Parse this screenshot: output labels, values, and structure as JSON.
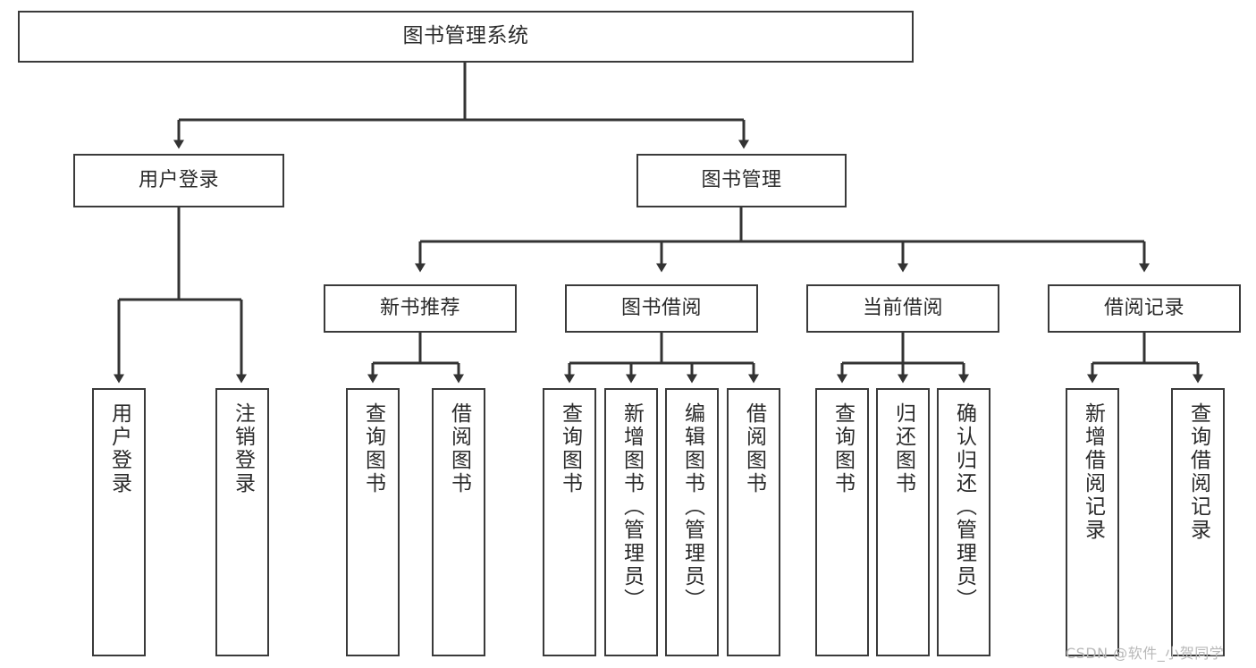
{
  "diagram": {
    "title": "图书管理系统",
    "type": "tree-hierarchy",
    "colors": {
      "background": "#ffffff",
      "box_border": "#3a3a3a",
      "box_fill": "#ffffff",
      "text": "#2b2b2b",
      "connector": "#333333",
      "watermark": "#b8b8b8"
    },
    "root": {
      "label": "图书管理系统"
    },
    "level1": [
      {
        "label": "用户登录"
      },
      {
        "label": "图书管理"
      }
    ],
    "level2": [
      {
        "label": "新书推荐"
      },
      {
        "label": "图书借阅"
      },
      {
        "label": "当前借阅"
      },
      {
        "label": "借阅记录"
      }
    ],
    "leaves": {
      "user_login": [
        {
          "label": "用户登录"
        },
        {
          "label": "注销登录"
        }
      ],
      "new_book_recommend": [
        {
          "label": "查询图书"
        },
        {
          "label": "借阅图书"
        }
      ],
      "book_borrow": [
        {
          "label": "查询图书"
        },
        {
          "label": "新增图书（管理员）"
        },
        {
          "label": "编辑图书（管理员）"
        },
        {
          "label": "借阅图书"
        }
      ],
      "current_borrow": [
        {
          "label": "查询图书"
        },
        {
          "label": "归还图书"
        },
        {
          "label": "确认归还（管理员）"
        }
      ],
      "borrow_record": [
        {
          "label": "新增借阅记录"
        },
        {
          "label": "查询借阅记录"
        }
      ]
    },
    "watermark": "CSDN @软件_小贺同学"
  }
}
